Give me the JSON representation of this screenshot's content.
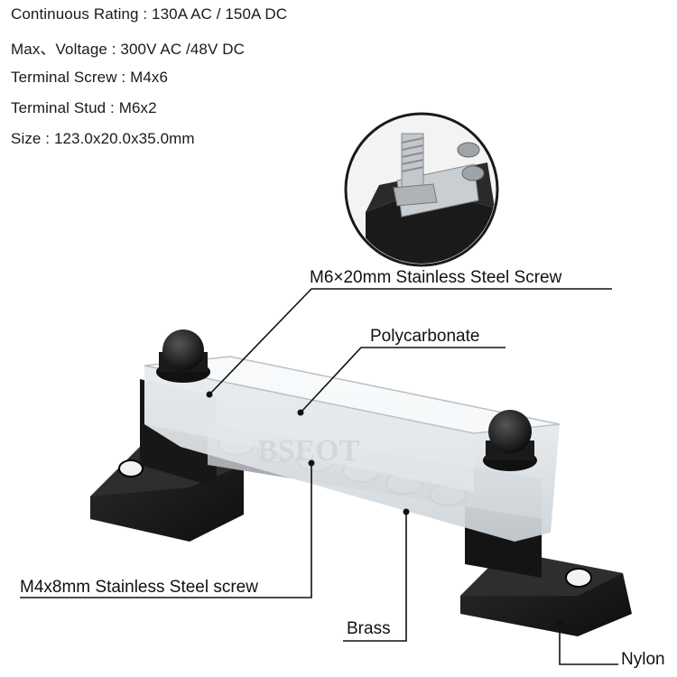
{
  "specs": {
    "rating": "Continuous Rating : 130A AC / 150A DC",
    "voltage": "Max、Voltage : 300V AC /48V DC",
    "screw": "Terminal Screw : M4x6",
    "stud": "Terminal Stud : M6x2",
    "size": "Size : 123.0x20.0x35.0mm"
  },
  "callouts": {
    "stud_screw": "M6×20mm Stainless Steel Screw",
    "cover": "Polycarbonate",
    "terminal_screw": "M4x8mm Stainless Steel screw",
    "busbar": "Brass",
    "base": "Nylon"
  },
  "watermark": "BSEOT",
  "colors": {
    "base": "#1c1c1c",
    "cover": "#e8ecef",
    "metal": "#b8bcc0",
    "line": "#111111"
  }
}
